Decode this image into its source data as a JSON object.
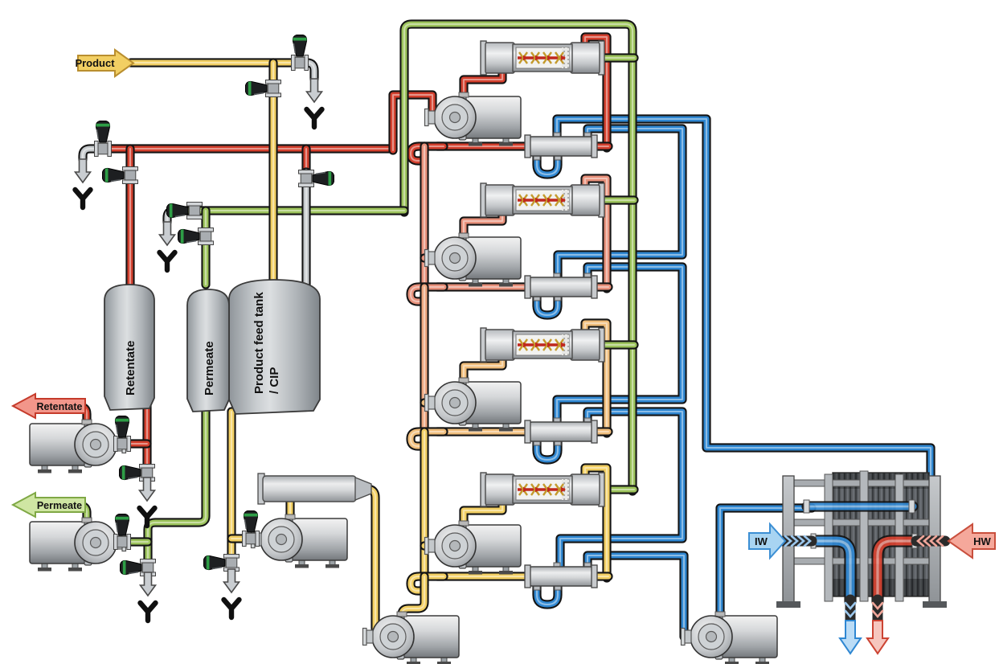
{
  "flow_labels": {
    "product": "Product",
    "retentate": "Retentate",
    "permeate": "Permeate",
    "ice_water": "IW",
    "hot_water": "HW"
  },
  "tanks": {
    "retentate_tank": "Retentate",
    "permeate_tank": "Permeate",
    "feed_tank_line1": "Product feed tank",
    "feed_tank_line2": "/ CIP"
  },
  "colors": {
    "product_yellow": "#F2CF63",
    "retentate_red": "#D4402E",
    "stage2_salmon": "#E8917B",
    "stage3_orange": "#F0BE7C",
    "permeate_green": "#9DC45C",
    "cooling_blue": "#2F87D2",
    "pipe_gray": "#C6CACD"
  }
}
